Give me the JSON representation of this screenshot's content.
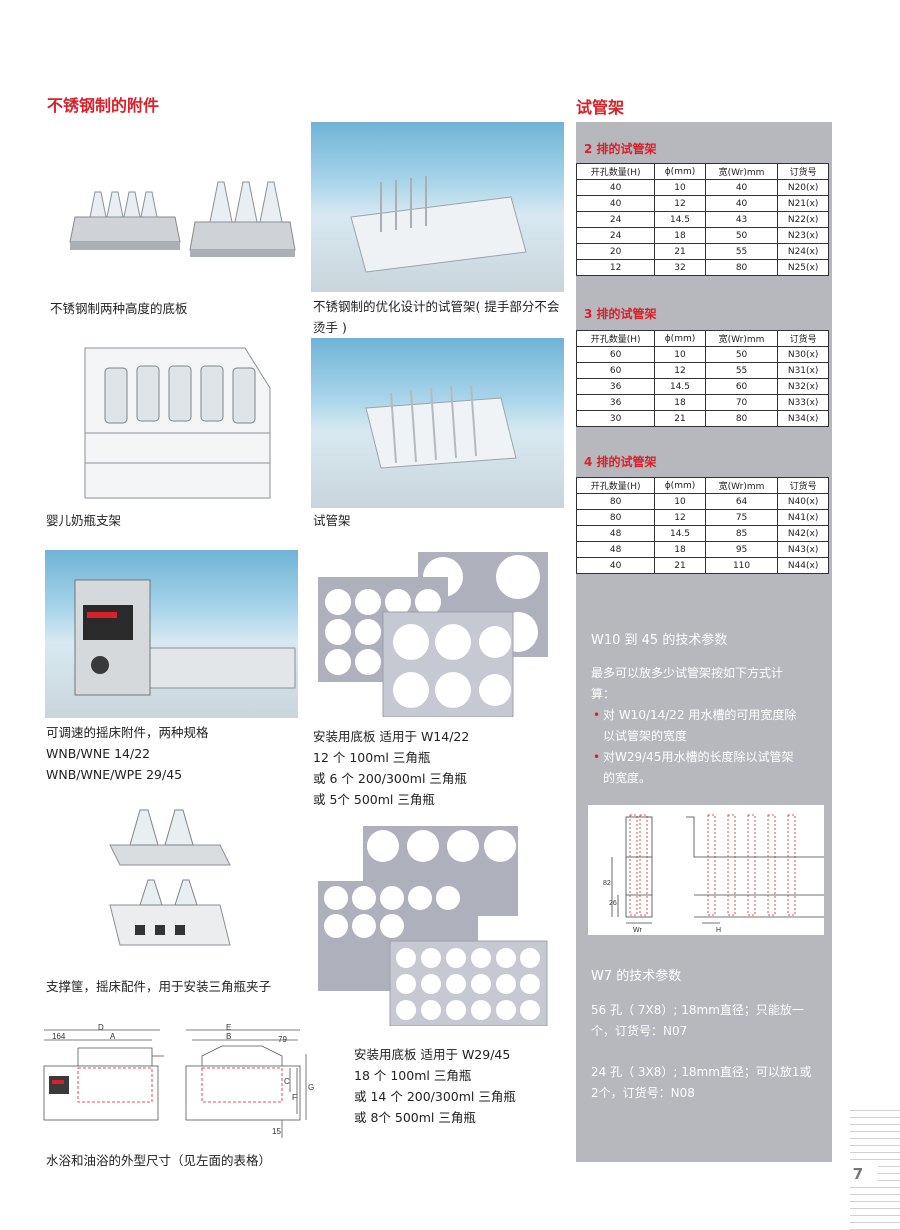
{
  "left_title": "不锈钢制的附件",
  "right_title": "试管架",
  "captions": {
    "base_plates": "不锈钢制两种高度的底板",
    "rack_optimized": "不锈钢制的优化设计的试管架( 提手部分不会烫手 )",
    "baby_bottle": "婴儿奶瓶支架",
    "tube_rack": "试管架",
    "shaker": [
      "可调速的摇床附件，两种规格",
      "WNB/WNE 14/22",
      "WNB/WNE/WPE 29/45"
    ],
    "plate_w14": [
      "安装用底板 适用于 W14/22",
      "12 个 100ml 三角瓶",
      "或 6 个 200/300ml 三角瓶",
      "或 5个 500ml 三角瓶"
    ],
    "support_basket": "支撑筐，摇床配件，用于安装三角瓶夹子",
    "plate_w29": [
      "安装用底板 适用于 W29/45",
      "18 个 100ml 三角瓶",
      "或 14 个 200/300ml 三角瓶",
      "或 8个 500ml 三角瓶"
    ],
    "dimensions": "水浴和油浴的外型尺寸（见左面的表格）"
  },
  "dimension_labels": {
    "d": "D",
    "a": "A",
    "left_164": "164",
    "e": "E",
    "b": "B",
    "right_79": "79",
    "c": "C",
    "f": "F",
    "g": "G",
    "bottom_15": "15"
  },
  "headers": [
    "开孔数量(H)",
    "ϕ(mm)",
    "宽(Wr)mm",
    "订货号"
  ],
  "tables": [
    {
      "title": "2 排的试管架",
      "rows": [
        [
          "40",
          "10",
          "40",
          "N20(x)"
        ],
        [
          "40",
          "12",
          "40",
          "N21(x)"
        ],
        [
          "24",
          "14.5",
          "43",
          "N22(x)"
        ],
        [
          "24",
          "18",
          "50",
          "N23(x)"
        ],
        [
          "20",
          "21",
          "55",
          "N24(x)"
        ],
        [
          "12",
          "32",
          "80",
          "N25(x)"
        ]
      ]
    },
    {
      "title": "3 排的试管架",
      "rows": [
        [
          "60",
          "10",
          "50",
          "N30(x)"
        ],
        [
          "60",
          "12",
          "55",
          "N31(x)"
        ],
        [
          "36",
          "14.5",
          "60",
          "N32(x)"
        ],
        [
          "36",
          "18",
          "70",
          "N33(x)"
        ],
        [
          "30",
          "21",
          "80",
          "N34(x)"
        ]
      ]
    },
    {
      "title": "4 排的试管架",
      "rows": [
        [
          "80",
          "10",
          "64",
          "N40(x)"
        ],
        [
          "80",
          "12",
          "75",
          "N41(x)"
        ],
        [
          "48",
          "14.5",
          "85",
          "N42(x)"
        ],
        [
          "48",
          "18",
          "95",
          "N43(x)"
        ],
        [
          "40",
          "21",
          "110",
          "N44(x)"
        ]
      ]
    }
  ],
  "tech_w10": {
    "heading": "W10 到 45 的技术参数",
    "intro": [
      "最多可以放多少试管架按如下方式计",
      "算："
    ],
    "bullet1": [
      "对 W10/14/22 用水槽的可用宽度除",
      "以试管架的宽度"
    ],
    "bullet2": [
      "对W29/45用水槽的长度除以试管架",
      "的宽度。"
    ]
  },
  "diagram_labels": {
    "h82": "82",
    "h26": "26",
    "wr": "Wr",
    "h": "H"
  },
  "tech_w7": {
    "heading": "W7 的技术参数",
    "p1": [
      "56 孔（ 7X8）; 18mm直径；只能放一",
      "个，订货号：N07"
    ],
    "p2": [
      "24 孔（ 3X8）; 18mm直径；可以放1或",
      "2个，订货号：N08"
    ]
  },
  "page_number": "7",
  "colors": {
    "accent": "#d8212a",
    "panel": "#b7b8be"
  }
}
